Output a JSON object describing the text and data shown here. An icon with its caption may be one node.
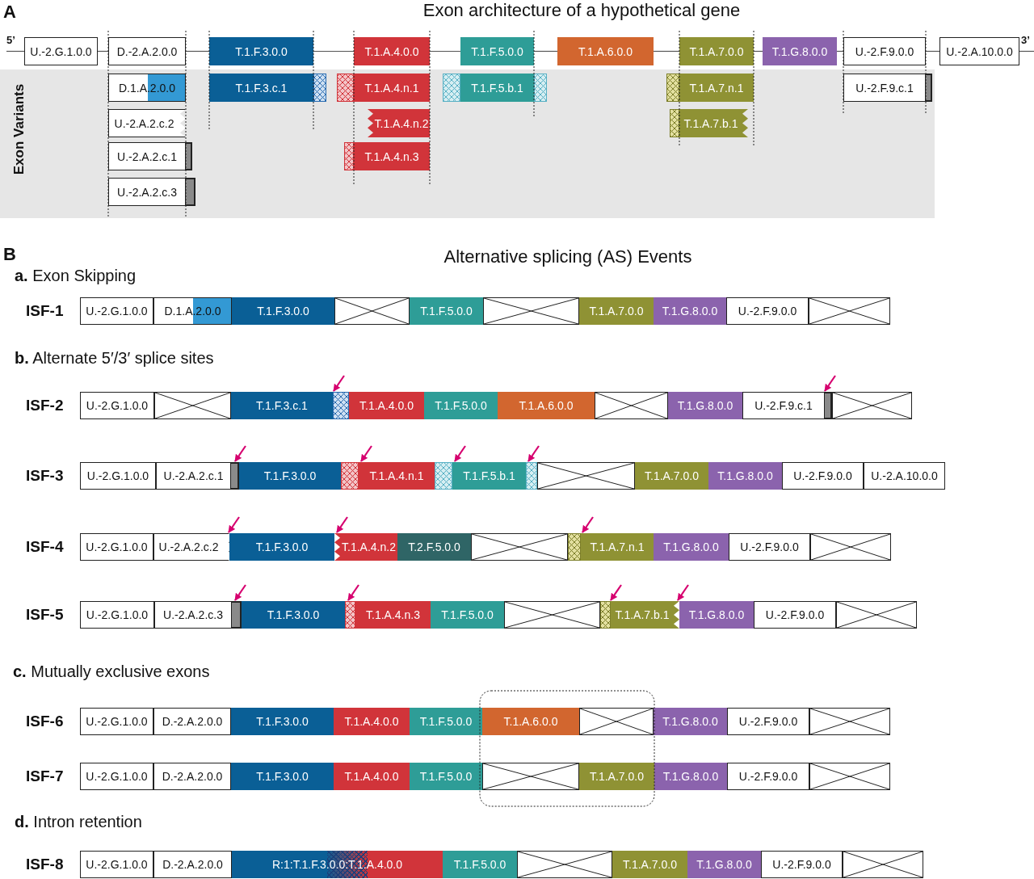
{
  "diagram": {
    "title": "Exon architecture of a hypothetical gene",
    "nodes": [
      {
        "text": [
          "U.-2.G.1.0.0"
        ]
      },
      {
        "text": [
          "D.-2.A.2.0.0"
        ]
      },
      {
        "text": [
          "T.1.F.3.0.0"
        ]
      },
      {
        "text": [
          "T.1.A.4.0.0"
        ]
      },
      {
        "text": [
          "T.1.F.5.0.0"
        ]
      },
      {
        "text": [
          "T.1.A.6.0.0"
        ]
      },
      {
        "text": [
          "T.1.A.7.0.0"
        ]
      },
      {
        "text": [
          "T.1.G.8.0.0"
        ]
      },
      {
        "text": [
          "U.-2.F.9.0.0"
        ]
      },
      {
        "text": [
          "U.-2.A.10.0.0"
        ]
      },
      {
        "text": [
          "Exon Variants"
        ]
      },
      {
        "text": [
          "D.1.A.2.0.0"
        ],
        "in": 10
      },
      {
        "text": [
          "U.-2.A.2.c.2"
        ],
        "in": 10
      },
      {
        "text": [
          "U.-2.A.2.c.1"
        ],
        "in": 10
      },
      {
        "text": [
          "U.-2.A.2.c.3"
        ],
        "in": 10
      },
      {
        "text": [
          "T.1.F.3.c.1"
        ],
        "in": 10
      },
      {
        "text": [
          "T.1.A.4.n.1"
        ],
        "in": 10
      },
      {
        "text": [
          "T.1.A.4.n.2"
        ],
        "in": 10
      },
      {
        "text": [
          "T.1.A.4.n.3"
        ],
        "in": 10
      },
      {
        "text": [
          "T.1.F.5.b.1"
        ],
        "in": 10
      },
      {
        "text": [
          "T.1.A.7.n.1"
        ],
        "in": 10
      },
      {
        "text": [
          "T.1.A.7.b.1"
        ],
        "in": 10
      },
      {
        "text": [
          "U.-2.F.9.c.1"
        ],
        "in": 10
      },
      {
        "text": [
          "ISF-1"
        ]
      },
      {
        "text": [
          "U.-2.G.1.0.0"
        ],
        "in": 23
      },
      {
        "text": [
          "D.1.A.2.0.0"
        ],
        "in": 23
      },
      {
        "text": [
          "T.1.F.3.0.0"
        ],
        "in": 23
      },
      {
        "text": [],
        "shape": "box",
        "in": 23
      },
      {
        "text": [
          "T.1.F.5.0.0"
        ],
        "in": 23
      },
      {
        "text": [],
        "shape": "box",
        "in": 23
      },
      {
        "text": [
          "T.1.A.7.0.0"
        ],
        "in": 23
      },
      {
        "text": [
          "T.1.G.8.0.0"
        ],
        "in": 23
      },
      {
        "text": [
          "U.-2.F.9.0.0"
        ],
        "in": 23
      },
      {
        "text": [],
        "shape": "box",
        "in": 23
      },
      {
        "text": [
          "ISF-2"
        ]
      },
      {
        "text": [
          "U.-2.G.1.0.0"
        ],
        "in": 34
      },
      {
        "text": [],
        "shape": "box",
        "in": 34
      },
      {
        "text": [
          "T.1.F.3.c.1"
        ],
        "in": 34
      },
      {
        "text": [
          "T.1.A.4.0.0"
        ],
        "in": 34
      },
      {
        "text": [
          "T.1.F.5.0.0"
        ],
        "in": 34
      },
      {
        "text": [
          "T.1.A.6.0.0"
        ],
        "in": 34
      },
      {
        "text": [],
        "shape": "box",
        "in": 34
      },
      {
        "text": [
          "T.1.G.8.0.0"
        ],
        "in": 34
      },
      {
        "text": [
          "U.-2.F.9.c.1"
        ],
        "in": 34
      },
      {
        "text": [],
        "shape": "box",
        "in": 34
      },
      {
        "text": [
          "ISF-3"
        ]
      },
      {
        "text": [
          "U.-2.G.1.0.0"
        ],
        "in": 45
      },
      {
        "text": [
          "U.-2.A.2.c.1"
        ],
        "in": 45
      },
      {
        "text": [
          "T.1.F.3.0.0"
        ],
        "in": 45
      },
      {
        "text": [
          "T.1.A.4.n.1"
        ],
        "in": 45
      },
      {
        "text": [
          "T.1.F.5.b.1"
        ],
        "in": 45
      },
      {
        "text": [],
        "shape": "box",
        "in": 45
      },
      {
        "text": [
          "T.1.A.7.0.0"
        ],
        "in": 45
      },
      {
        "text": [
          "T.1.G.8.0.0"
        ],
        "in": 45
      },
      {
        "text": [
          "U.-2.F.9.0.0"
        ],
        "in": 45
      },
      {
        "text": [
          "U.-2.A.10.0.0"
        ],
        "in": 45
      },
      {
        "text": [
          "ISF-4"
        ]
      },
      {
        "text": [
          "U.-2.G.1.0.0"
        ],
        "in": 56
      },
      {
        "text": [
          "U.-2.A.2.c.2"
        ],
        "in": 56
      },
      {
        "text": [
          "T.1.F.3.0.0"
        ],
        "in": 56
      },
      {
        "text": [
          "T.1.A.4.n.2"
        ],
        "in": 56
      },
      {
        "text": [
          "T.2.F.5.0.0"
        ],
        "in": 56
      },
      {
        "text": [],
        "shape": "box",
        "in": 56
      },
      {
        "text": [
          "T.1.A.7.n.1"
        ],
        "in": 56
      },
      {
        "text": [
          "T.1.G.8.0.0"
        ],
        "in": 56
      },
      {
        "text": [
          "U.-2.F.9.0.0"
        ],
        "in": 56
      },
      {
        "text": [],
        "shape": "box",
        "in": 56
      },
      {
        "text": [
          "ISF-5"
        ]
      },
      {
        "text": [
          "U.-2.G.1.0.0"
        ],
        "in": 67
      },
      {
        "text": [
          "U.-2.A.2.c.3"
        ],
        "in": 67
      },
      {
        "text": [
          "T.1.F.3.0.0"
        ],
        "in": 67
      },
      {
        "text": [
          "T.1.A.4.n.3"
        ],
        "in": 67
      },
      {
        "text": [
          "T.1.F.5.0.0"
        ],
        "in": 67
      },
      {
        "text": [],
        "shape": "box",
        "in": 67
      },
      {
        "text": [
          "T.1.A.7.b.1"
        ],
        "in": 67
      },
      {
        "text": [
          "T.1.G.8.0.0"
        ],
        "in": 67
      },
      {
        "text": [
          "U.-2.F.9.0.0"
        ],
        "in": 67
      },
      {
        "text": [],
        "shape": "box",
        "in": 67
      },
      {
        "text": [
          "ISF-6"
        ]
      },
      {
        "text": [
          "U.-2.G.1.0.0"
        ],
        "in": 78
      },
      {
        "text": [
          "D.-2.A.2.0.0"
        ],
        "in": 78
      },
      {
        "text": [
          "T.1.F.3.0.0"
        ],
        "in": 78
      },
      {
        "text": [
          "T.1.A.4.0.0"
        ],
        "in": 78
      },
      {
        "text": [
          "T.1.F.5.0.0"
        ],
        "in": 78
      },
      {
        "text": [
          "T.1.A.6.0.0"
        ],
        "in": 78
      },
      {
        "text": [],
        "shape": "box",
        "in": 78
      },
      {
        "text": [
          "T.1.G.8.0.0"
        ],
        "in": 78
      },
      {
        "text": [
          "U.-2.F.9.0.0"
        ],
        "in": 78
      },
      {
        "text": [],
        "shape": "box",
        "in": 78
      },
      {
        "text": [
          "ISF-7"
        ]
      },
      {
        "text": [
          "U.-2.G.1.0.0"
        ],
        "in": 89
      },
      {
        "text": [
          "D.-2.A.2.0.0"
        ],
        "in": 89
      },
      {
        "text": [
          "T.1.F.3.0.0"
        ],
        "in": 89
      },
      {
        "text": [
          "T.1.A.4.0.0"
        ],
        "in": 89
      },
      {
        "text": [
          "T.1.F.5.0.0"
        ],
        "in": 89
      },
      {
        "text": [],
        "shape": "box",
        "in": 89
      },
      {
        "text": [
          "T.1.A.7.0.0"
        ],
        "in": 89
      },
      {
        "text": [
          "T.1.G.8.0.0"
        ],
        "in": 89
      },
      {
        "text": [
          "U.-2.F.9.0.0"
        ],
        "in": 89
      },
      {
        "text": [],
        "shape": "box",
        "in": 89
      },
      {
        "text": [
          "ISF-8"
        ]
      },
      {
        "text": [
          "U.-2.G.1.0.0"
        ],
        "in": 100
      },
      {
        "text": [
          "D.-2.A.2.0.0"
        ],
        "in": 100
      },
      {
        "text": [
          "R:1:T.1.F.3.0.0:T.1.A.4.0.0"
        ],
        "in": 100
      },
      {
        "text": [
          "T.1.F.5.0.0"
        ],
        "in": 100
      },
      {
        "text": [],
        "shape": "box",
        "in": 100
      },
      {
        "text": [
          "T.1.A.7.0.0"
        ],
        "in": 100
      },
      {
        "text": [
          "T.1.G.8.0.0"
        ],
        "in": 100
      },
      {
        "text": [
          "U.-2.F.9.0.0"
        ],
        "in": 100
      },
      {
        "text": [],
        "shape": "box",
        "in": 100
      },
      {
        "text": [
          "5’"
        ]
      },
      {
        "text": [
          "3’"
        ]
      }
    ],
    "edges": [
      {
        "from": 110,
        "to": 0,
        "arrow": "none",
        "color": "#555555"
      },
      {
        "from": 0,
        "to": 1,
        "arrow": "none",
        "color": "#555555"
      },
      {
        "from": 1,
        "to": 2,
        "arrow": "none",
        "color": "#555555"
      },
      {
        "from": 2,
        "to": 3,
        "arrow": "none",
        "color": "#555555"
      },
      {
        "from": 3,
        "to": 4,
        "arrow": "none",
        "color": "#555555"
      },
      {
        "from": 4,
        "to": 5,
        "arrow": "none",
        "color": "#555555"
      },
      {
        "from": 5,
        "to": 6,
        "arrow": "none",
        "color": "#555555"
      },
      {
        "from": 6,
        "to": 7,
        "arrow": "none",
        "color": "#555555"
      },
      {
        "from": 7,
        "to": 8,
        "arrow": "none",
        "color": "#555555"
      },
      {
        "from": 8,
        "to": 9,
        "arrow": "none",
        "color": "#555555"
      },
      {
        "from": 9,
        "to": 111,
        "arrow": "none",
        "color": "#555555"
      },
      {
        "from": null,
        "to": 37,
        "arrow": "to",
        "color": "#d6006f"
      },
      {
        "from": null,
        "to": 43,
        "arrow": "to",
        "color": "#d6006f"
      },
      {
        "from": null,
        "to": 47,
        "arrow": "to",
        "color": "#d6006f"
      },
      {
        "from": null,
        "to": 49,
        "arrow": "to",
        "color": "#d6006f"
      },
      {
        "from": null,
        "to": 50,
        "arrow": "to",
        "color": "#d6006f"
      },
      {
        "from": null,
        "to": 50,
        "arrow": "to",
        "color": "#d6006f"
      },
      {
        "from": null,
        "to": 58,
        "arrow": "to",
        "color": "#d6006f"
      },
      {
        "from": null,
        "to": 60,
        "arrow": "to",
        "color": "#d6006f"
      },
      {
        "from": null,
        "to": 63,
        "arrow": "to",
        "color": "#d6006f"
      },
      {
        "from": null,
        "to": 69,
        "arrow": "to",
        "color": "#d6006f"
      },
      {
        "from": null,
        "to": 71,
        "arrow": "to",
        "color": "#d6006f"
      },
      {
        "from": null,
        "to": 74,
        "arrow": "to",
        "color": "#d6006f"
      },
      {
        "from": null,
        "to": 74,
        "arrow": "to",
        "color": "#d6006f"
      }
    ],
    "labels": [
      "A",
      "B",
      "Alternative splicing (AS) Events",
      "**a.** Exon Skipping",
      "**b.** Alternate 5′/3′ splice sites",
      "**c.** Mutually exclusive exons",
      "**d.** Intron retention"
    ]
  }
}
